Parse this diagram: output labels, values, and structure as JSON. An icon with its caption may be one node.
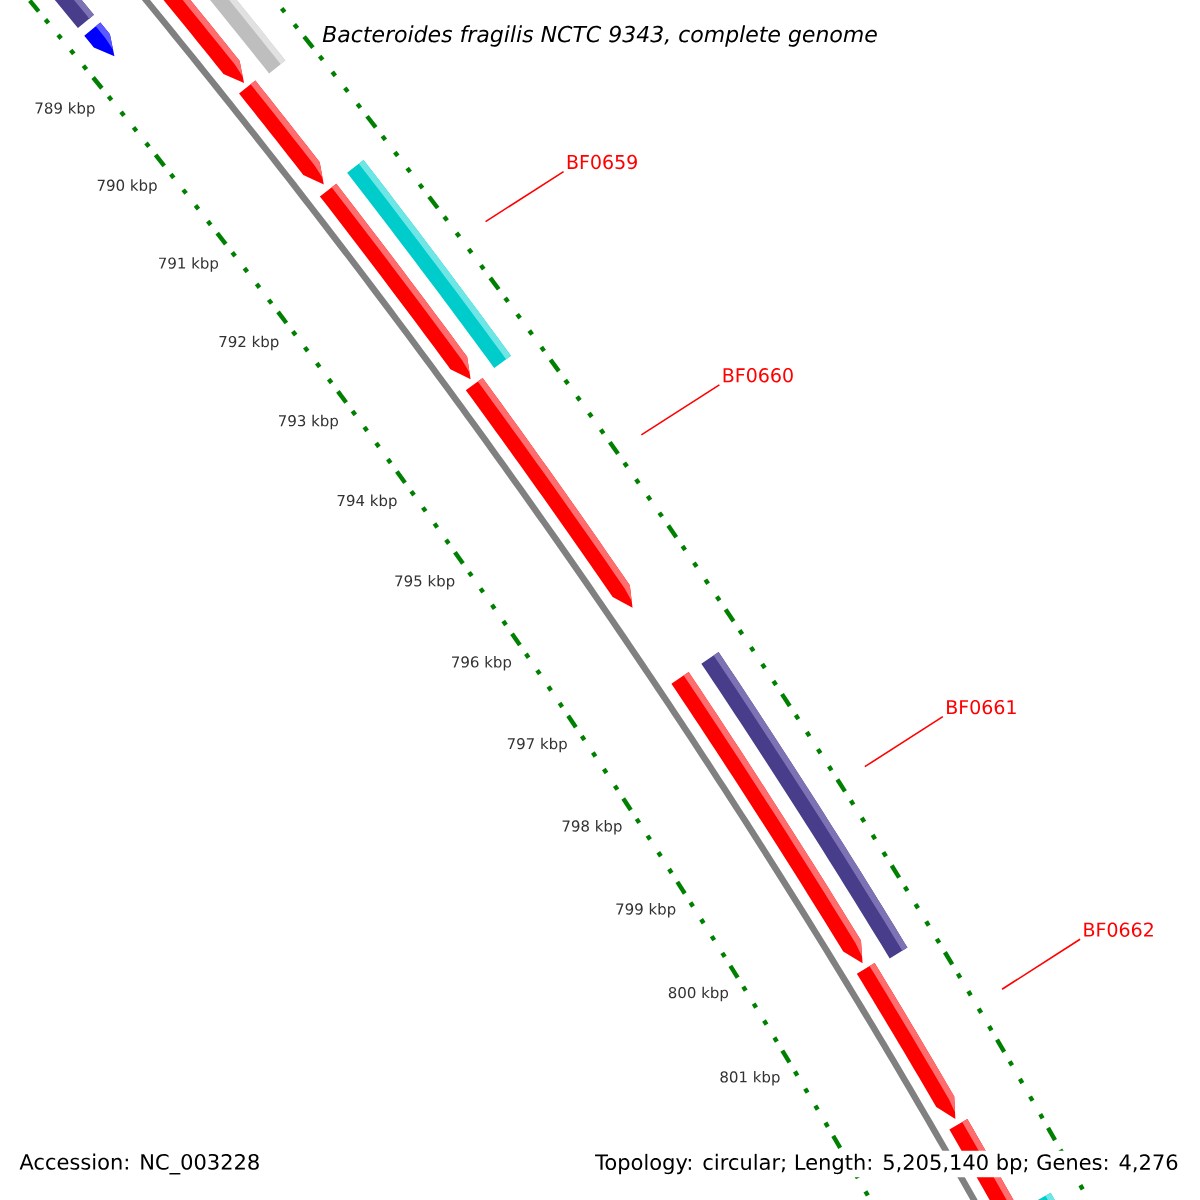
{
  "diagram": {
    "title": "*Bacteroides fragilis* NCTC 9343, complete genome",
    "nodes": [
      {
        "text": [
          "BF0659"
        ]
      },
      {
        "text": [
          "BF0660"
        ]
      },
      {
        "text": [
          "BF0661"
        ]
      },
      {
        "text": [
          "BF0662"
        ]
      }
    ],
    "edges": [
      {
        "from": 0,
        "to": null,
        "arrow": "none"
      },
      {
        "from": 1,
        "to": null,
        "arrow": "none"
      },
      {
        "from": 2,
        "to": null,
        "arrow": "none"
      },
      {
        "from": 3,
        "to": null,
        "arrow": "none"
      }
    ],
    "labels": [
      "789 kbp",
      "790 kbp",
      "791 kbp",
      "792 kbp",
      "793 kbp",
      "794 kbp",
      "795 kbp",
      "796 kbp",
      "797 kbp",
      "798 kbp",
      "799 kbp",
      "800 kbp",
      "801 kbp",
      "Accession: NC_003228",
      "Topology: circular; Length: 5,205,140 bp; Genes: 4,276"
    ]
  }
}
